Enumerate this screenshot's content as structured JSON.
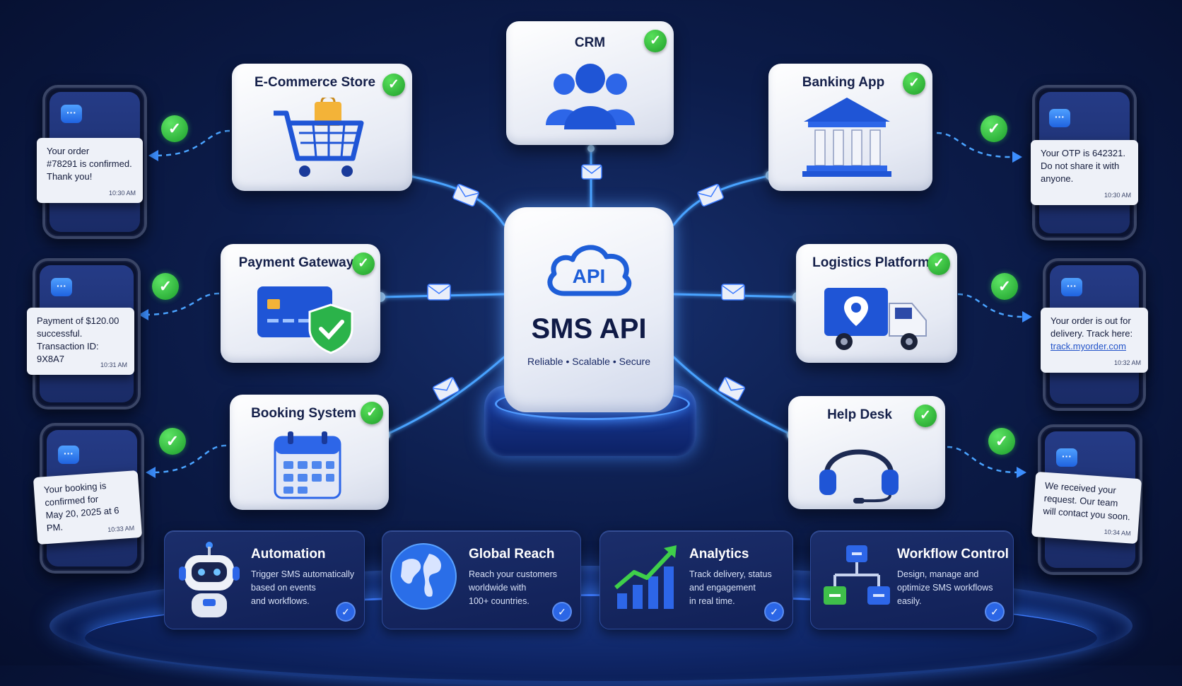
{
  "hub": {
    "api_label": "API",
    "title": "SMS API",
    "subtitle": "Reliable • Scalable • Secure"
  },
  "integrations": {
    "crm": "CRM",
    "ecommerce": "E-Commerce Store",
    "banking": "Banking App",
    "payment": "Payment Gateway",
    "logistics": "Logistics Platform",
    "booking": "Booking System",
    "helpdesk": "Help Desk"
  },
  "messages": {
    "order": {
      "lines": [
        "Your order",
        "#78291 is confirmed.",
        "Thank you!"
      ],
      "time": "10:30 AM"
    },
    "payment": {
      "lines": [
        "Payment of $120.00",
        "successful.",
        "Transaction ID: 9X8A7"
      ],
      "time": "10:31 AM"
    },
    "booking": {
      "lines": [
        "Your booking is",
        "confirmed for",
        "May 20, 2025 at 6 PM."
      ],
      "time": "10:33 AM"
    },
    "otp": {
      "lines": [
        "Your OTP is 642321.",
        "Do not share it with",
        "anyone."
      ],
      "time": "10:30 AM"
    },
    "delivery": {
      "lines": [
        "Your order is out for",
        "delivery. Track here:"
      ],
      "link": "track.myorder.com",
      "time": "10:32 AM"
    },
    "support": {
      "lines": [
        "We received your",
        "request. Our team",
        "will contact you soon."
      ],
      "time": "10:34 AM"
    }
  },
  "features": [
    {
      "title": "Automation",
      "desc": [
        "Trigger SMS automatically",
        "based on events",
        "and workflows."
      ]
    },
    {
      "title": "Global Reach",
      "desc": [
        "Reach your customers",
        "worldwide with",
        "100+ countries."
      ]
    },
    {
      "title": "Analytics",
      "desc": [
        "Track delivery, status",
        "and engagement",
        "in real time."
      ]
    },
    {
      "title": "Workflow Control",
      "desc": [
        "Design, manage and",
        "optimize SMS workflows",
        "easily."
      ]
    }
  ],
  "icons": {
    "check": "checkmark-icon",
    "chat": "chat-bubble-icon",
    "envelope": "envelope-icon"
  },
  "colors": {
    "background": "#0b1a48",
    "accent": "#3d86ff",
    "success": "#25a834",
    "card": "#eef1f8"
  }
}
